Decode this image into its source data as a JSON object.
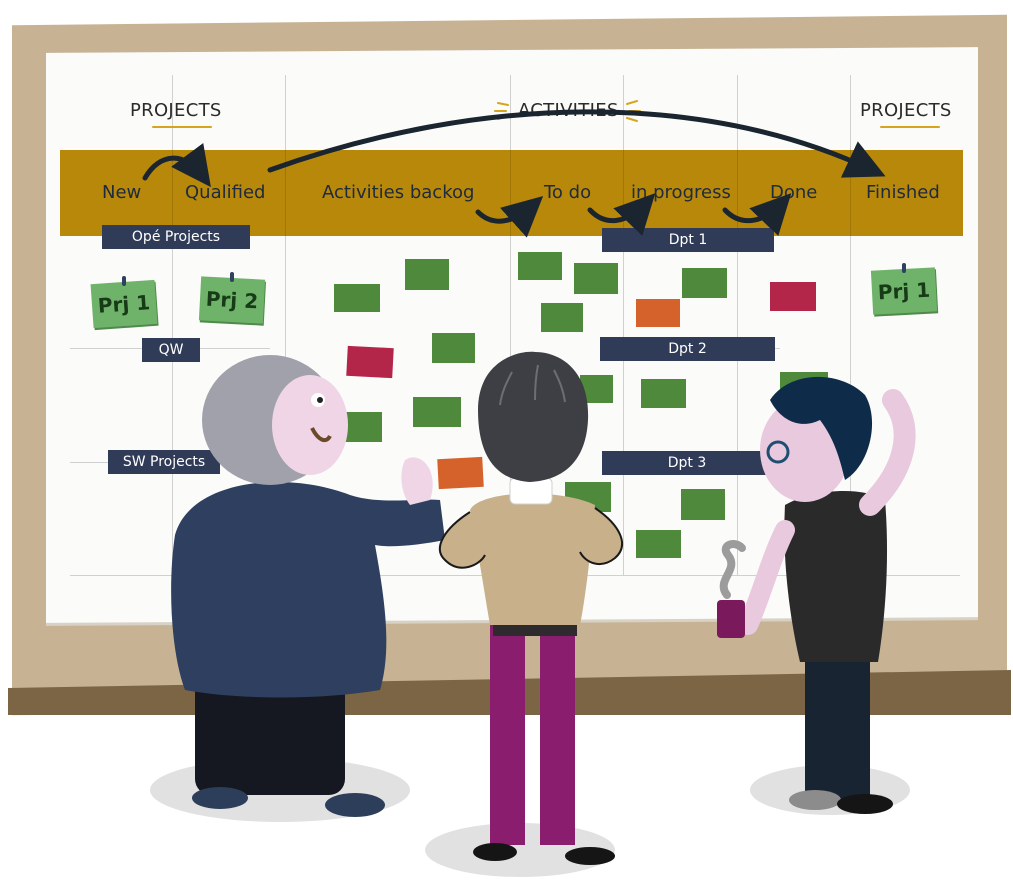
{
  "header": {
    "left_title": "PROJECTS",
    "center_title": "ACTIVITIES",
    "right_title": "PROJECTS"
  },
  "columns": [
    "New",
    "Qualified",
    "Activities backog",
    "To do",
    "in progress",
    "Done",
    "Finished"
  ],
  "swimlanes": {
    "left": [
      "Opé Projects",
      "QW",
      "SW Projects"
    ],
    "right": [
      "Dpt 1",
      "Dpt 2",
      "Dpt 3"
    ]
  },
  "project_cards": {
    "left": [
      "Prj 1",
      "Prj 2"
    ],
    "right": [
      "Prj 1"
    ]
  },
  "colors": {
    "frame": "#c7b394",
    "band": "#b8880a",
    "ribbon": "#2f3b57",
    "sticky_green": "#4f8a3c",
    "sticky_red": "#b3264a",
    "sticky_orange": "#d4622a",
    "project_card": "#6fb36a"
  },
  "icons": [
    "sparkle-icon",
    "arrow-curve-icon",
    "pin-icon",
    "steam-icon"
  ]
}
